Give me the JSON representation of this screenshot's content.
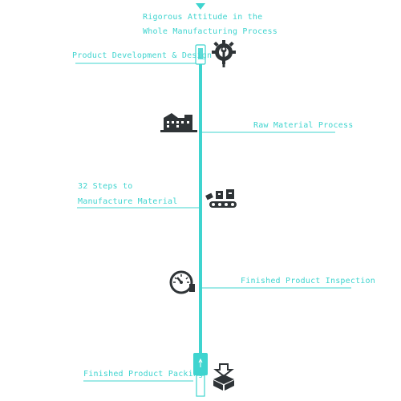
{
  "accent_color": "#3fd4cf",
  "icon_color": "#2f3437",
  "title_lines": [
    "Rigorous Attitude in the",
    "Whole Manufacturing Process"
  ],
  "steps": [
    {
      "label": "Product Development & Design",
      "icon": "gear-wrench-icon"
    },
    {
      "label": "Raw Material Process",
      "icon": "factory-icon"
    },
    {
      "label_lines": [
        "32 Steps to",
        "Manufacture Material"
      ],
      "icon": "conveyor-belt-icon"
    },
    {
      "label": "Finished Product Inspection",
      "icon": "gauge-inspection-icon"
    },
    {
      "label": "Finished Product Packing",
      "icon": "box-packing-icon"
    }
  ]
}
